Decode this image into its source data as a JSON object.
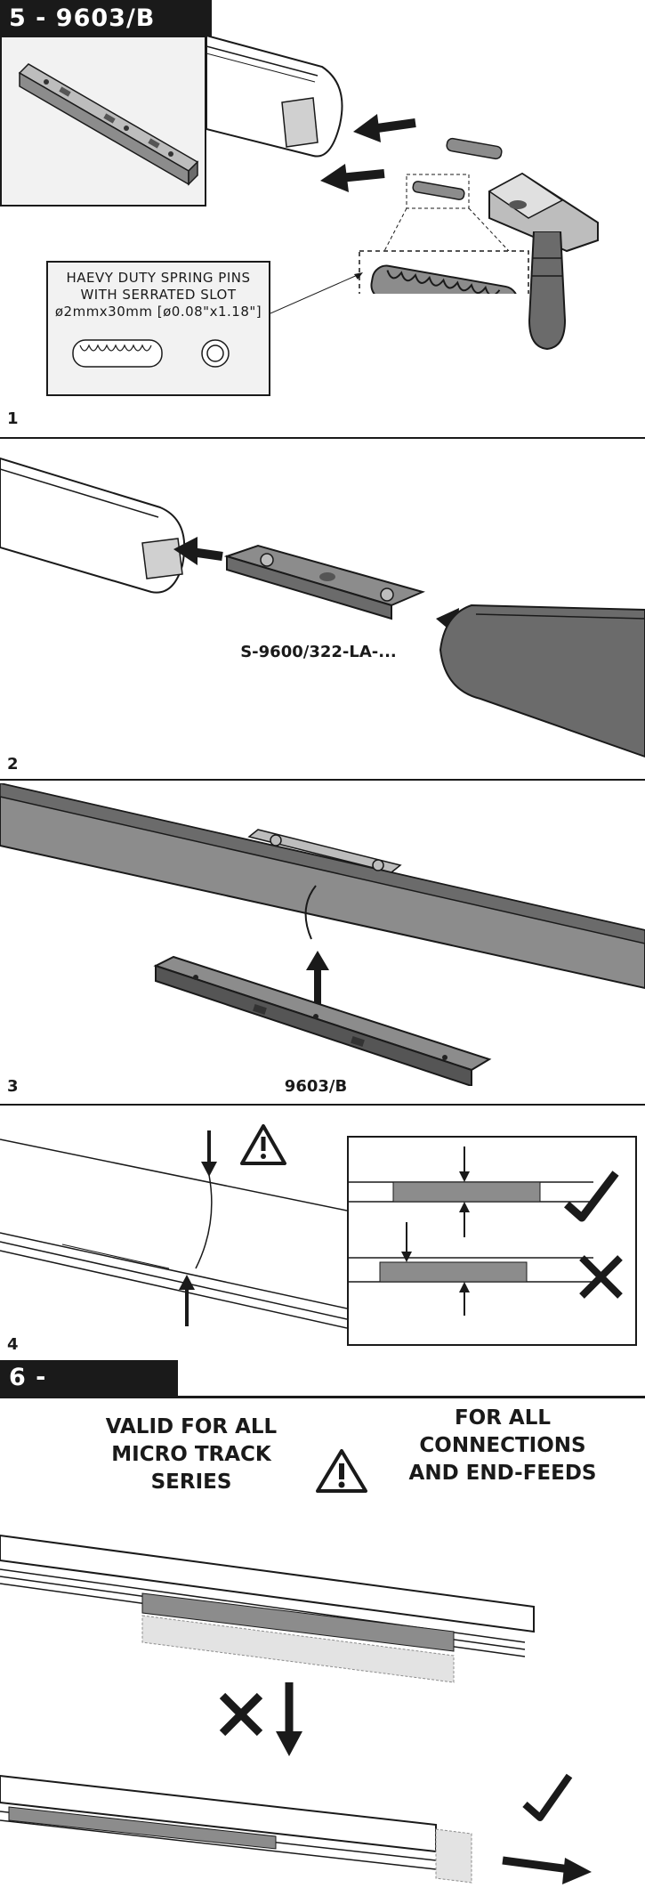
{
  "section5": {
    "title": "5 - 9603/B",
    "pin_box": {
      "line1": "HAEVY DUTY SPRING PINS",
      "line2": "WITH SERRATED SLOT",
      "line3": "ø2mmx30mm [ø0.08\"x1.18\"]"
    },
    "steps": [
      {
        "number": "1",
        "caption": ""
      },
      {
        "number": "2",
        "caption": "S-9600/322-LA-..."
      },
      {
        "number": "3",
        "caption": "9603/B"
      },
      {
        "number": "4",
        "caption": ""
      }
    ]
  },
  "section6": {
    "title": "6 - WARNING",
    "left_text": [
      "VALID FOR ALL",
      "MICRO TRACK",
      "SERIES"
    ],
    "right_text": [
      "FOR ALL",
      "CONNECTIONS",
      "AND END-FEEDS"
    ]
  },
  "icons": [
    "warning-triangle-icon",
    "check-icon",
    "cross-icon",
    "arrow-icon",
    "hammer-icon"
  ],
  "colors": {
    "dark": "#1a1a1a",
    "gray": "#8c8c8c",
    "light_gray": "#d0d0d0",
    "box_bg": "#f2f2f2"
  }
}
